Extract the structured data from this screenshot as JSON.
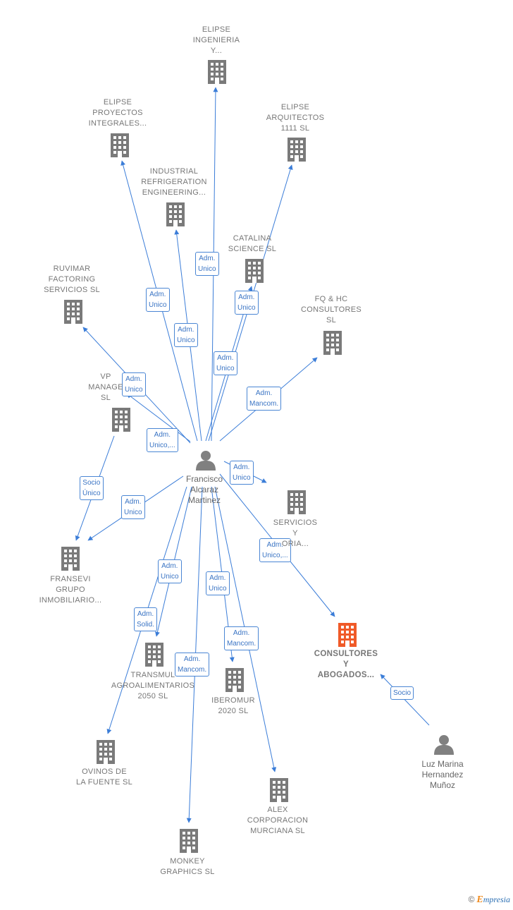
{
  "colors": {
    "edge": "#3b7dd8",
    "company": "#7a7a7a",
    "focus_company": "#f05a28",
    "person": "#808080"
  },
  "people": [
    {
      "id": "francisco",
      "name": "Francisco\nAlcaraz\nMartinez",
      "icon": "person-icon"
    },
    {
      "id": "luz",
      "name": "Luz Marina\nHernandez\nMuñoz",
      "icon": "person-icon"
    }
  ],
  "companies": [
    {
      "id": "elipse-ing",
      "name": "ELIPSE\nINGENIERIA\nY...",
      "icon": "building-icon"
    },
    {
      "id": "elipse-proy",
      "name": "ELIPSE\nPROYECTOS\nINTEGRALES...",
      "icon": "building-icon"
    },
    {
      "id": "elipse-arq",
      "name": "ELIPSE\nARQUITECTOS\n1111  SL",
      "icon": "building-icon"
    },
    {
      "id": "industrial",
      "name": "INDUSTRIAL\nREFRIGERATION\nENGINEERING...",
      "icon": "building-icon"
    },
    {
      "id": "catalina",
      "name": "CATALINA\nSCIENCE  SL",
      "icon": "building-icon"
    },
    {
      "id": "ruvimar",
      "name": "RUVIMAR\nFACTORING\nSERVICIOS  SL",
      "icon": "building-icon"
    },
    {
      "id": "fqhc",
      "name": "FQ & HC\nCONSULTORES\nSL",
      "icon": "building-icon"
    },
    {
      "id": "vp",
      "name": "VP\nMANAGE\nSL",
      "icon": "building-icon"
    },
    {
      "id": "servicios",
      "name": "SERVICIOS\nY\nORIA...",
      "icon": "building-icon"
    },
    {
      "id": "fransevi",
      "name": "FRANSEVI\nGRUPO\nINMOBILIARIO...",
      "icon": "building-icon"
    },
    {
      "id": "consultores",
      "name": "CONSULTORES\nY\nABOGADOS...",
      "icon": "building-icon",
      "focus": true
    },
    {
      "id": "transmul",
      "name": "TRANSMUL\nAGROALIMENTARIOS\n2050  SL",
      "icon": "building-icon"
    },
    {
      "id": "iberomur",
      "name": "IBEROMUR\n2020  SL",
      "icon": "building-icon"
    },
    {
      "id": "ovinos",
      "name": "OVINOS DE\nLA FUENTE  SL",
      "icon": "building-icon"
    },
    {
      "id": "alex",
      "name": "ALEX\nCORPORACION\nMURCIANA SL",
      "icon": "building-icon"
    },
    {
      "id": "monkey",
      "name": "MONKEY\nGRAPHICS  SL",
      "icon": "building-icon"
    }
  ],
  "edges": [
    {
      "from": "francisco",
      "to": "elipse-ing",
      "label": "Adm.\nUnico"
    },
    {
      "from": "francisco",
      "to": "elipse-proy",
      "label": "Adm.\nUnico"
    },
    {
      "from": "francisco",
      "to": "elipse-arq",
      "label": "Adm.\nUnico"
    },
    {
      "from": "francisco",
      "to": "industrial",
      "label": "Adm.\nUnico"
    },
    {
      "from": "francisco",
      "to": "catalina",
      "label": "Adm.\nUnico"
    },
    {
      "from": "francisco",
      "to": "ruvimar",
      "label": "Adm.\nUnico"
    },
    {
      "from": "francisco",
      "to": "fqhc",
      "label": "Adm.\nMancom."
    },
    {
      "from": "francisco",
      "to": "vp",
      "label": "Adm.\nUnico,..."
    },
    {
      "from": "vp",
      "to": "fransevi",
      "label": "Socio\nÚnico"
    },
    {
      "from": "francisco",
      "to": "fransevi",
      "label": "Adm.\nUnico"
    },
    {
      "from": "francisco",
      "to": "servicios",
      "label": "Adm.\nUnico"
    },
    {
      "from": "francisco",
      "to": "consultores",
      "label": "Adm.\nUnico,..."
    },
    {
      "from": "francisco",
      "to": "transmul",
      "label": "Adm.\nUnico"
    },
    {
      "from": "francisco",
      "to": "ovinos",
      "label": "Adm.\nSolid."
    },
    {
      "from": "francisco",
      "to": "iberomur",
      "label": "Adm.\nUnico"
    },
    {
      "from": "francisco",
      "to": "alex",
      "label": "Adm.\nMancom."
    },
    {
      "from": "francisco",
      "to": "monkey",
      "label": "Adm.\nMancom."
    },
    {
      "from": "luz",
      "to": "consultores",
      "label": "Socio"
    }
  ],
  "credit": {
    "copyright": "©",
    "brand_initial": "E",
    "brand_rest": "mpresia"
  }
}
